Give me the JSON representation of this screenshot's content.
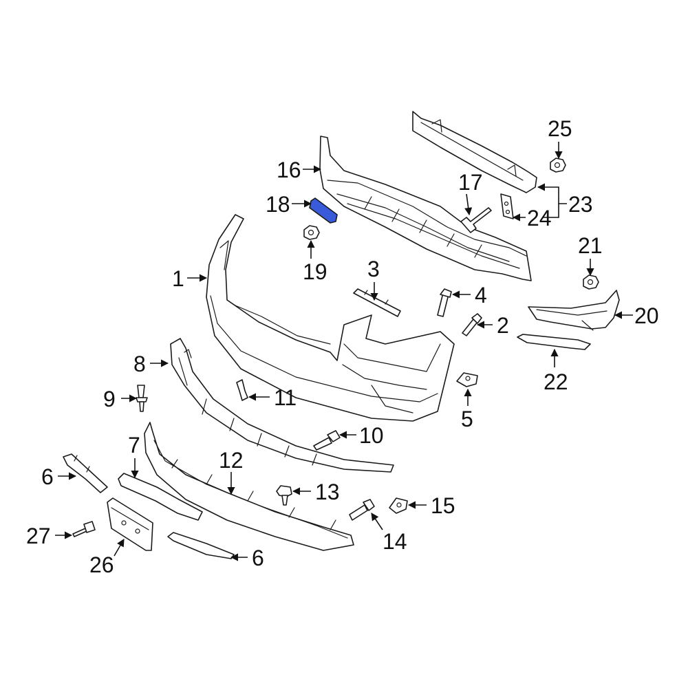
{
  "diagram": {
    "highlight_color": "#3a5bd9",
    "callouts": [
      {
        "id": "c1",
        "text": "1"
      },
      {
        "id": "c2",
        "text": "2"
      },
      {
        "id": "c3",
        "text": "3"
      },
      {
        "id": "c4",
        "text": "4"
      },
      {
        "id": "c5",
        "text": "5"
      },
      {
        "id": "c6a",
        "text": "6"
      },
      {
        "id": "c6b",
        "text": "6"
      },
      {
        "id": "c7",
        "text": "7"
      },
      {
        "id": "c8",
        "text": "8"
      },
      {
        "id": "c9",
        "text": "9"
      },
      {
        "id": "c10",
        "text": "10"
      },
      {
        "id": "c11",
        "text": "11"
      },
      {
        "id": "c12",
        "text": "12"
      },
      {
        "id": "c13",
        "text": "13"
      },
      {
        "id": "c14",
        "text": "14"
      },
      {
        "id": "c15",
        "text": "15"
      },
      {
        "id": "c16",
        "text": "16"
      },
      {
        "id": "c17",
        "text": "17"
      },
      {
        "id": "c18",
        "text": "18"
      },
      {
        "id": "c19",
        "text": "19"
      },
      {
        "id": "c20",
        "text": "20"
      },
      {
        "id": "c21",
        "text": "21"
      },
      {
        "id": "c22",
        "text": "22"
      },
      {
        "id": "c23",
        "text": "23"
      },
      {
        "id": "c24",
        "text": "24"
      },
      {
        "id": "c25",
        "text": "25"
      },
      {
        "id": "c26",
        "text": "26"
      },
      {
        "id": "c27",
        "text": "27"
      }
    ]
  }
}
